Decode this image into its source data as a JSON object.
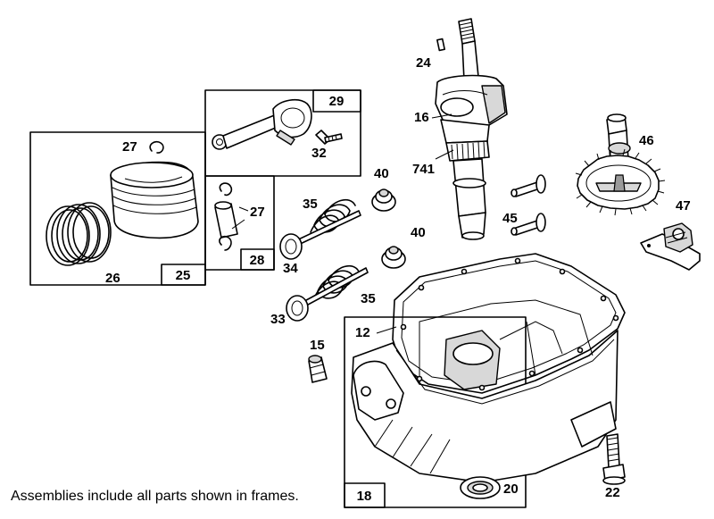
{
  "caption": "Assemblies include all parts shown in frames.",
  "frames": [
    {
      "id": "frame-25",
      "label": "25"
    },
    {
      "id": "frame-28",
      "label": "28"
    },
    {
      "id": "frame-29",
      "label": "29"
    },
    {
      "id": "frame-18",
      "label": "18"
    }
  ],
  "callouts": {
    "p24": "24",
    "p16": "16",
    "p741": "741",
    "p46": "46",
    "p47": "47",
    "p45": "45",
    "p27a": "27",
    "p27b": "27",
    "p32": "32",
    "p26": "26",
    "p40a": "40",
    "p40b": "40",
    "p35a": "35",
    "p35b": "35",
    "p34": "34",
    "p33": "33",
    "p15": "15",
    "p12": "12",
    "p20": "20",
    "p22": "22"
  }
}
